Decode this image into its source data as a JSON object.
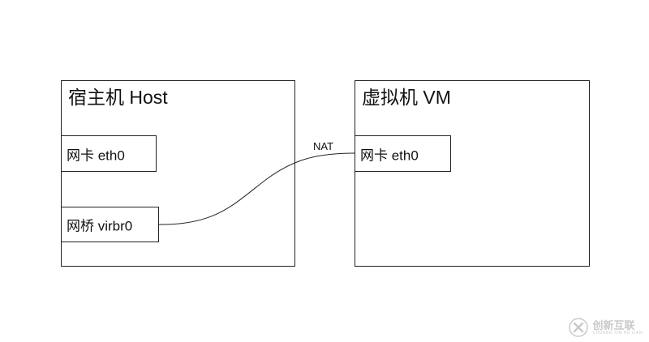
{
  "host": {
    "title": "宿主机 Host",
    "nic_label": "网卡 eth0",
    "bridge_label": "网桥 virbr0"
  },
  "vm": {
    "title": "虚拟机 VM",
    "nic_label": "网卡 eth0"
  },
  "connection": {
    "label": "NAT"
  },
  "watermark": {
    "main": "创新互联",
    "sub": "CHUANG XIN HU LIAN",
    "icon": "x-logo-icon"
  }
}
